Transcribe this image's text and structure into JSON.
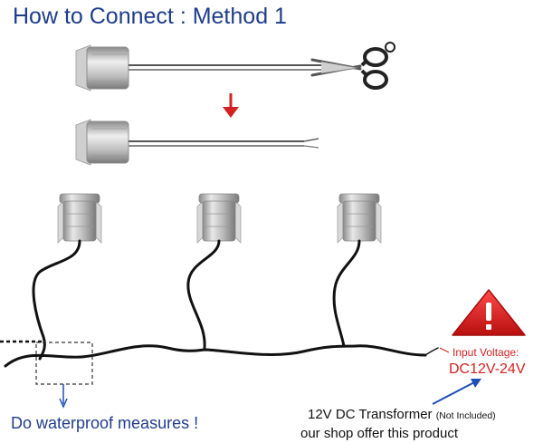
{
  "title": "How to Connect : Method 1",
  "waterproof_text": "Do waterproof measures !",
  "transformer": {
    "label": "12V DC Transformer",
    "note": "(Not Included)"
  },
  "shop_text": "our shop offer this product",
  "voltage": {
    "label": "Input Voltage:",
    "value": "DC12V-24V"
  },
  "icons": [
    "light-fixture-icon",
    "scissors-icon",
    "warning-icon",
    "arrow-down-icon"
  ],
  "colors": {
    "title": "#1f3d8a",
    "warning": "#d42020",
    "arrow": "#1f4fb3",
    "wire": "#111111"
  }
}
